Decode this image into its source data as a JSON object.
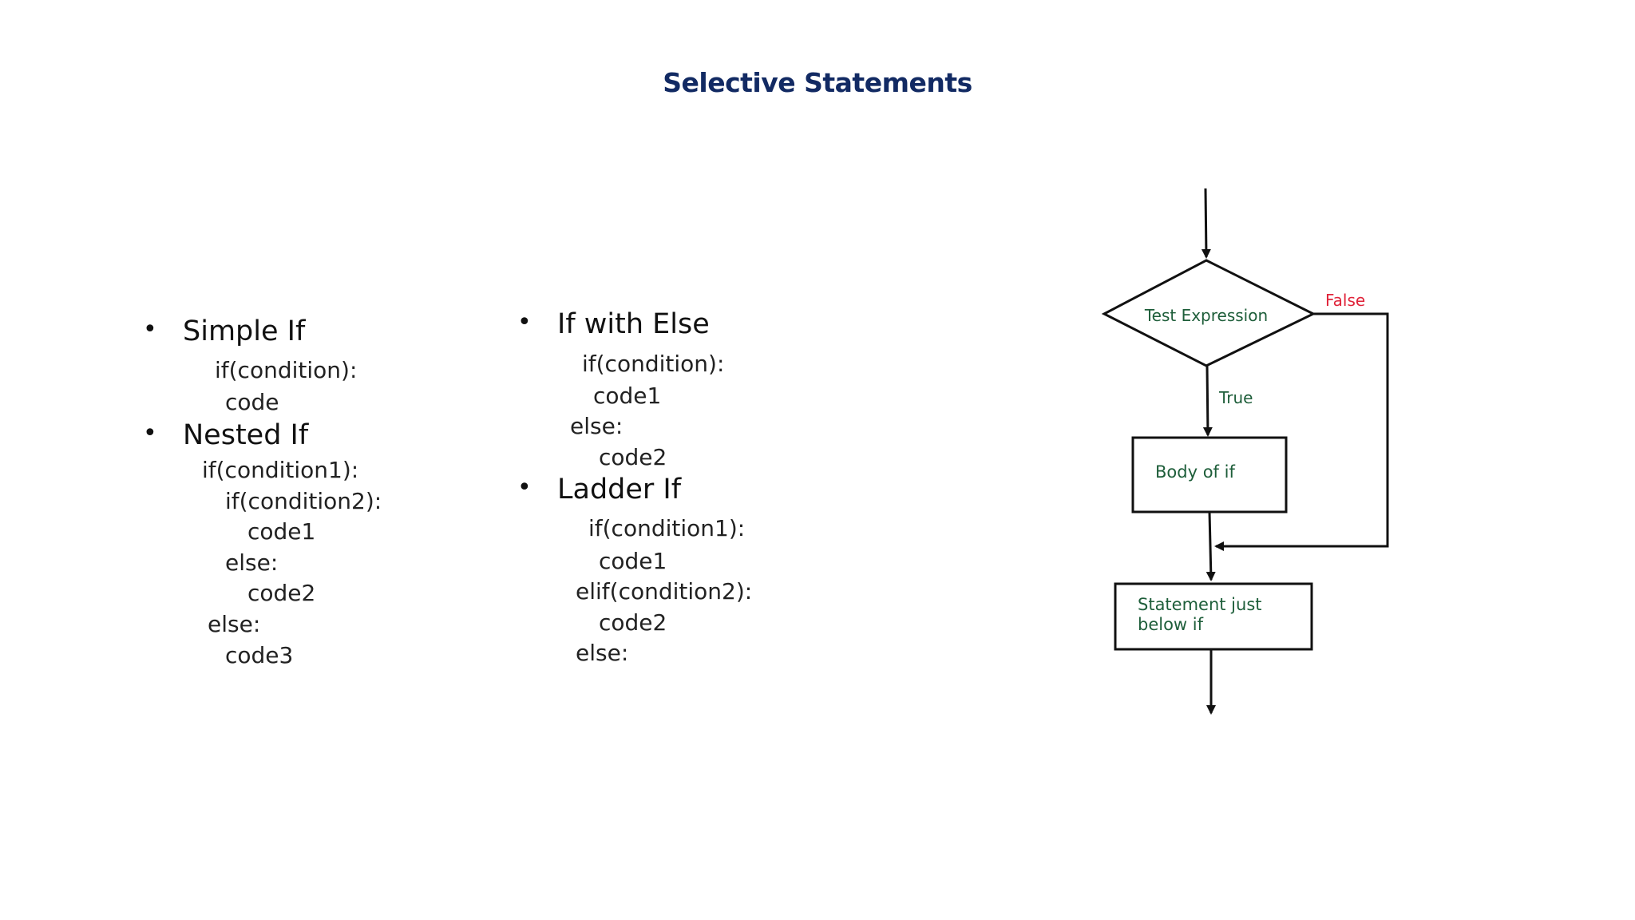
{
  "slide": {
    "title": "Selective Statements"
  },
  "left_column": {
    "simple_if": {
      "heading": "Simple If",
      "code": [
        "if(condition):",
        "code"
      ]
    },
    "nested_if": {
      "heading": "Nested If",
      "code": [
        "if(condition1):",
        "if(condition2):",
        "code1",
        "else:",
        "code2",
        "else:",
        "code3"
      ]
    }
  },
  "right_column": {
    "if_else": {
      "heading": "If with Else",
      "code": [
        "if(condition):",
        "code1",
        "else:",
        "code2"
      ]
    },
    "ladder_if": {
      "heading": "Ladder If",
      "code": [
        "if(condition1):",
        "code1",
        "elif(condition2):",
        "code2",
        "else:"
      ]
    }
  },
  "flowchart": {
    "decision_label": "Test Expression",
    "false_label": "False",
    "true_label": "True",
    "body_label": "Body of if",
    "statement_label_line1": "Statement just",
    "statement_label_line2": "below if",
    "colors": {
      "label_green": "#1e5e3a",
      "false_red": "#e0243a",
      "stroke": "#111111"
    }
  }
}
